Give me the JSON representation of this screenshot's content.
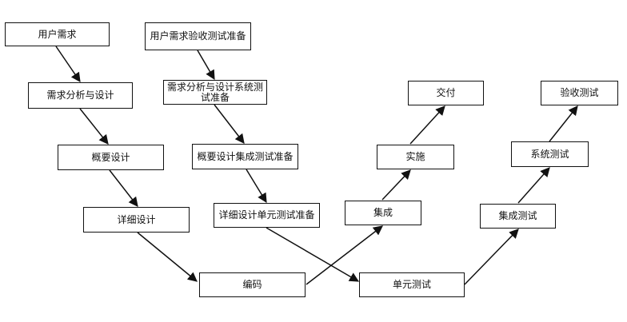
{
  "nodes": {
    "user_req": "用户需求",
    "req_analysis": "需求分析与设计",
    "outline_design": "概要设计",
    "detail_design": "详细设计",
    "coding": "编码",
    "acceptance_prep": "用户需求验收测试准备",
    "system_test_prep": "需求分析与设计系统测试准备",
    "integration_test_prep": "概要设计集成测试准备",
    "unit_test_prep": "详细设计单元测试准备",
    "delivery": "交付",
    "implementation": "实施",
    "integration": "集成",
    "acceptance_test": "验收测试",
    "system_test": "系统测试",
    "integration_test": "集成测试",
    "unit_test": "单元测试"
  },
  "colors": {
    "stroke": "#111111",
    "fill": "#ffffff"
  }
}
